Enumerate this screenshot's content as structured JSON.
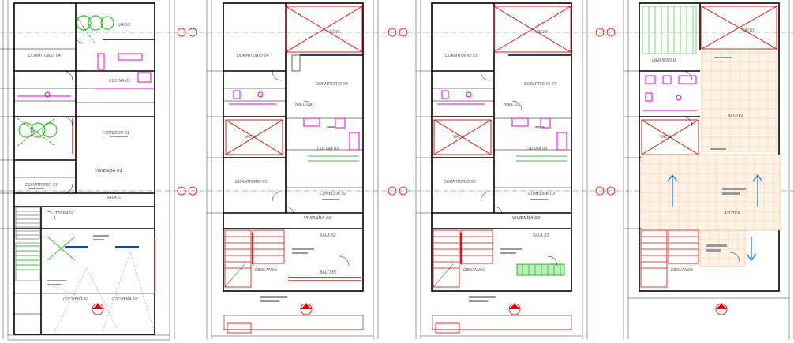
{
  "title": "",
  "colors": {
    "wall": "#000000",
    "axis": "#2a8a2a",
    "red": "#e00000",
    "magenta": "#e000e0",
    "orange": "#f0a050",
    "green": "#00aa00",
    "blue": "#1a6fd0",
    "gray": "#888888"
  },
  "plans": {
    "p1": {
      "vacio": "VACIO",
      "dormitorio_a": "DORMITORIO 04",
      "dormitorio_b": "DORMITORIO 03",
      "cocina": "COCINA 01",
      "comedor": "COMEDOR 01",
      "vivienda": "VIVIENDA 01",
      "sala": "SALA 01",
      "terraza": "TERRAZA",
      "cochera_a": "COCHERA 01",
      "cochera_b": "COCHERA 02"
    },
    "p2": {
      "vacio_top": "VACIO",
      "vacio_mid": "VACIO",
      "dormitorio_a": "DORMITORIO 04",
      "dormitorio_b": "DORMITORIO 03",
      "hall": "HALL 02",
      "cocina": "COCINA 02",
      "comedor": "COMEDOR 02",
      "vivienda": "VIVIENDA 02",
      "sala": "SALA 02",
      "descanso": "DESCANSO",
      "balcon": "BALCON"
    },
    "p3": {
      "vacio_top": "VACIO",
      "vacio_mid": "VACIO",
      "dormitorio_a": "DORMITORIO 07",
      "dormitorio_b": "DORMITORIO 03",
      "hall": "HALL 03",
      "cocina": "COCINA 03",
      "comedor": "COMEDOR 03",
      "vivienda": "VIVIENDA 03",
      "sala": "SALA 03",
      "descanso": "DESCANSO"
    },
    "p4": {
      "vacio_top": "VACIO",
      "vacio_mid": "VACIO",
      "lavanderia": "LAVANDERIA",
      "azotea_a": "AZOTEA",
      "azotea_b": "AZOTEA",
      "descanso": "DESCANSO"
    }
  }
}
